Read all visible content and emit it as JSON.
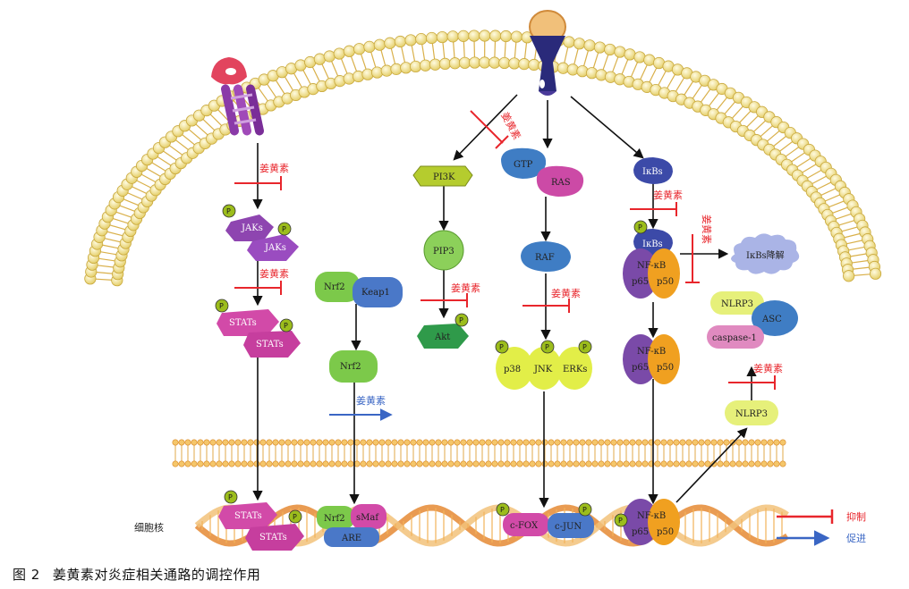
{
  "caption": {
    "figure_no": "图 2",
    "title": "姜黄素对炎症相关通路的调控作用"
  },
  "curcumin": "姜黄素",
  "p_mark": "P",
  "nodes": {
    "jaks": "JAKs",
    "stats": "STATs",
    "nrf2": "Nrf2",
    "keap1": "Keap1",
    "pi3k": "PI3K",
    "pip3": "PIP3",
    "akt": "Akt",
    "gtp": "GTP",
    "ras": "RAS",
    "raf": "RAF",
    "p38": "p38",
    "jnk": "JNK",
    "erks": "ERKs",
    "ikbs": "IκBs",
    "nfkb": "NF-κB",
    "p65": "p65",
    "p50": "p50",
    "ikbs_degradation": "IκBs降解",
    "nlrp3": "NLRP3",
    "asc": "ASC",
    "caspase1": "caspase-1",
    "smaf": "sMaf",
    "are": "ARE",
    "cfox": "c-FOX",
    "cjun": "c-JUN"
  },
  "nucleus_label": "细胞核",
  "legend": {
    "inhibit": "抑制",
    "promote": "促进"
  },
  "colors": {
    "inhibit": "#e8262c",
    "promote": "#3a66c4",
    "jak_purple": "#8e45b0",
    "stat_magenta": "#d24aa8",
    "nrf2_green": "#7cc94a",
    "keap1_blue": "#4a78c8",
    "pi3k_olive": "#b5cc2e",
    "akt_green": "#2f9a4a",
    "gtp_blue": "#3f7dc4",
    "ras_pink": "#cc4aa6",
    "mapk_yellow": "#e2ee48",
    "ikb_navy": "#3c4aa8",
    "nfkb_purple": "#7a4aa8",
    "nfkb_orange": "#f0a020",
    "lipid_head": "#f2e49a"
  }
}
